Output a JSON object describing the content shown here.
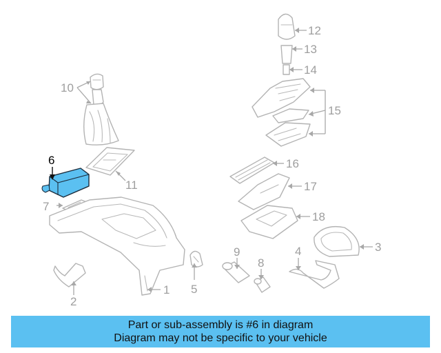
{
  "diagram": {
    "highlight_color": "#5bc0f1",
    "line_color": "#b3b3b3",
    "callouts": {
      "c1": "1",
      "c2": "2",
      "c3": "3",
      "c4": "4",
      "c5": "5",
      "c6": "6",
      "c7": "7",
      "c8": "8",
      "c9": "9",
      "c10": "10",
      "c11": "11",
      "c12": "12",
      "c13": "13",
      "c14": "14",
      "c15": "15",
      "c16": "16",
      "c17": "17",
      "c18": "18"
    },
    "highlighted_part": "6"
  },
  "banner": {
    "line1": "Part or sub-assembly is #6 in diagram",
    "line2": "Diagram may not be specific to your vehicle"
  }
}
